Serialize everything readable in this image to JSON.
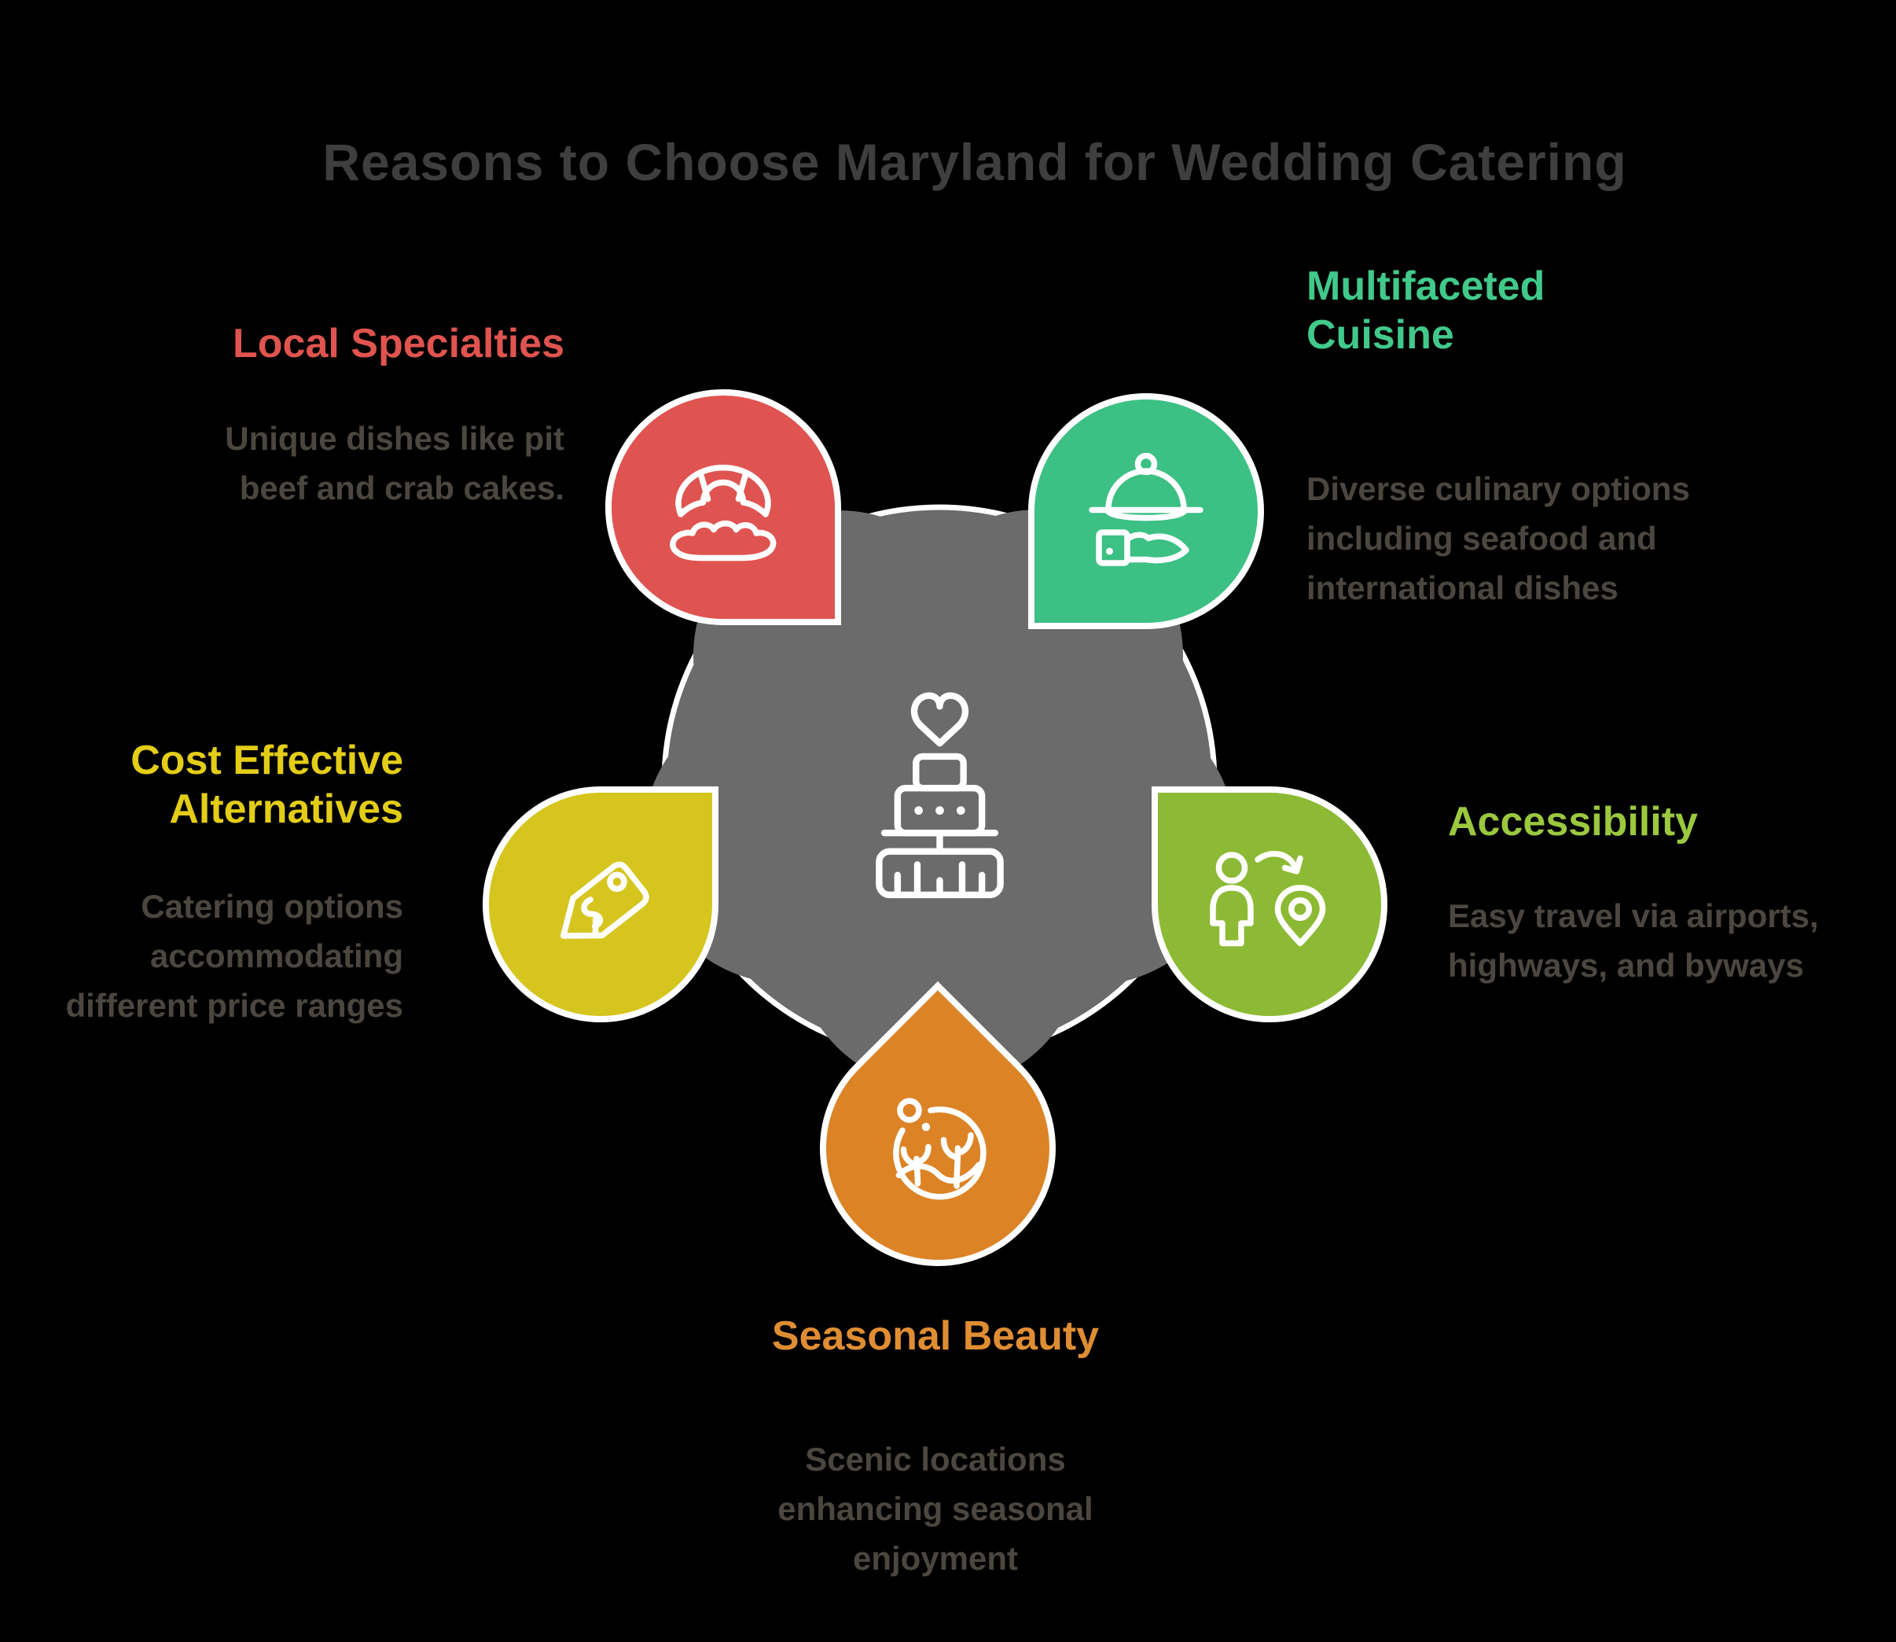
{
  "title": {
    "text": "Reasons to Choose Maryland for Wedding Catering",
    "color": "#3e3e3e"
  },
  "styles": {
    "background_color": "#000000",
    "body_text_color": "#4b4740",
    "icon_stroke": "#ffffff",
    "center_circle_color": "#6b6b6b"
  },
  "center": {
    "icon": "wedding-cake-heart-icon"
  },
  "nodes": [
    {
      "id": "local-specialties",
      "position": "top-left",
      "heading": "Local Specialties",
      "body": "Unique dishes like pit beef and crab cakes.",
      "color": "#df5451",
      "heading_color": "#e0544f",
      "icon": "croissant-bread-icon"
    },
    {
      "id": "multifaceted-cuisine",
      "position": "top-right",
      "heading": "Multifaceted Cuisine",
      "body": "Diverse culinary options including seafood and international dishes",
      "color": "#3cc084",
      "heading_color": "#41c98b",
      "icon": "serving-cloche-hand-icon"
    },
    {
      "id": "cost-effective-alternatives",
      "position": "middle-left",
      "heading": "Cost Effective Alternatives",
      "body": "Catering options accommodating different price ranges",
      "color": "#d6c51f",
      "heading_color": "#e3cd17",
      "icon": "price-tag-icon"
    },
    {
      "id": "accessibility",
      "position": "middle-right",
      "heading": "Accessibility",
      "body": "Easy travel via airports, highways, and byways",
      "color": "#8cba34",
      "heading_color": "#9bc83e",
      "icon": "person-location-pin-icon"
    },
    {
      "id": "seasonal-beauty",
      "position": "bottom-center",
      "heading": "Seasonal Beauty",
      "body": "Scenic locations enhancing seasonal enjoyment",
      "color": "#dc8326",
      "heading_color": "#df8d33",
      "icon": "scenic-landscape-icon"
    }
  ]
}
